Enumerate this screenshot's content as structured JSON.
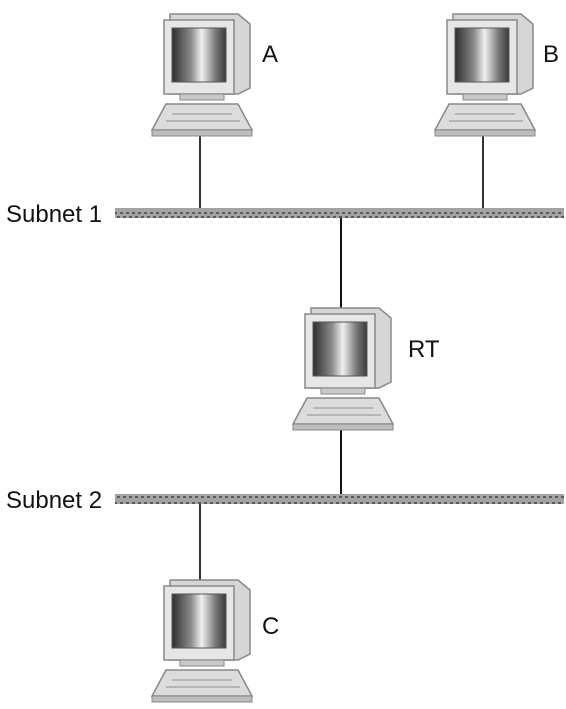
{
  "subnets": [
    {
      "id": "subnet1",
      "label": "Subnet 1"
    },
    {
      "id": "subnet2",
      "label": "Subnet 2"
    }
  ],
  "nodes": [
    {
      "id": "A",
      "label": "A"
    },
    {
      "id": "B",
      "label": "B"
    },
    {
      "id": "RT",
      "label": "RT"
    },
    {
      "id": "C",
      "label": "C"
    }
  ],
  "colors": {
    "bus": "#9a9a9a",
    "bus_dots": "#5e5e5e",
    "link": "#222222",
    "monitor_body": "#e2e2e2",
    "monitor_shade": "#bdbdbd",
    "screen_dark": "#3b3b3b",
    "screen_light": "#e9e9e9",
    "keyboard": "#cfcfcf",
    "outline": "#777777"
  }
}
